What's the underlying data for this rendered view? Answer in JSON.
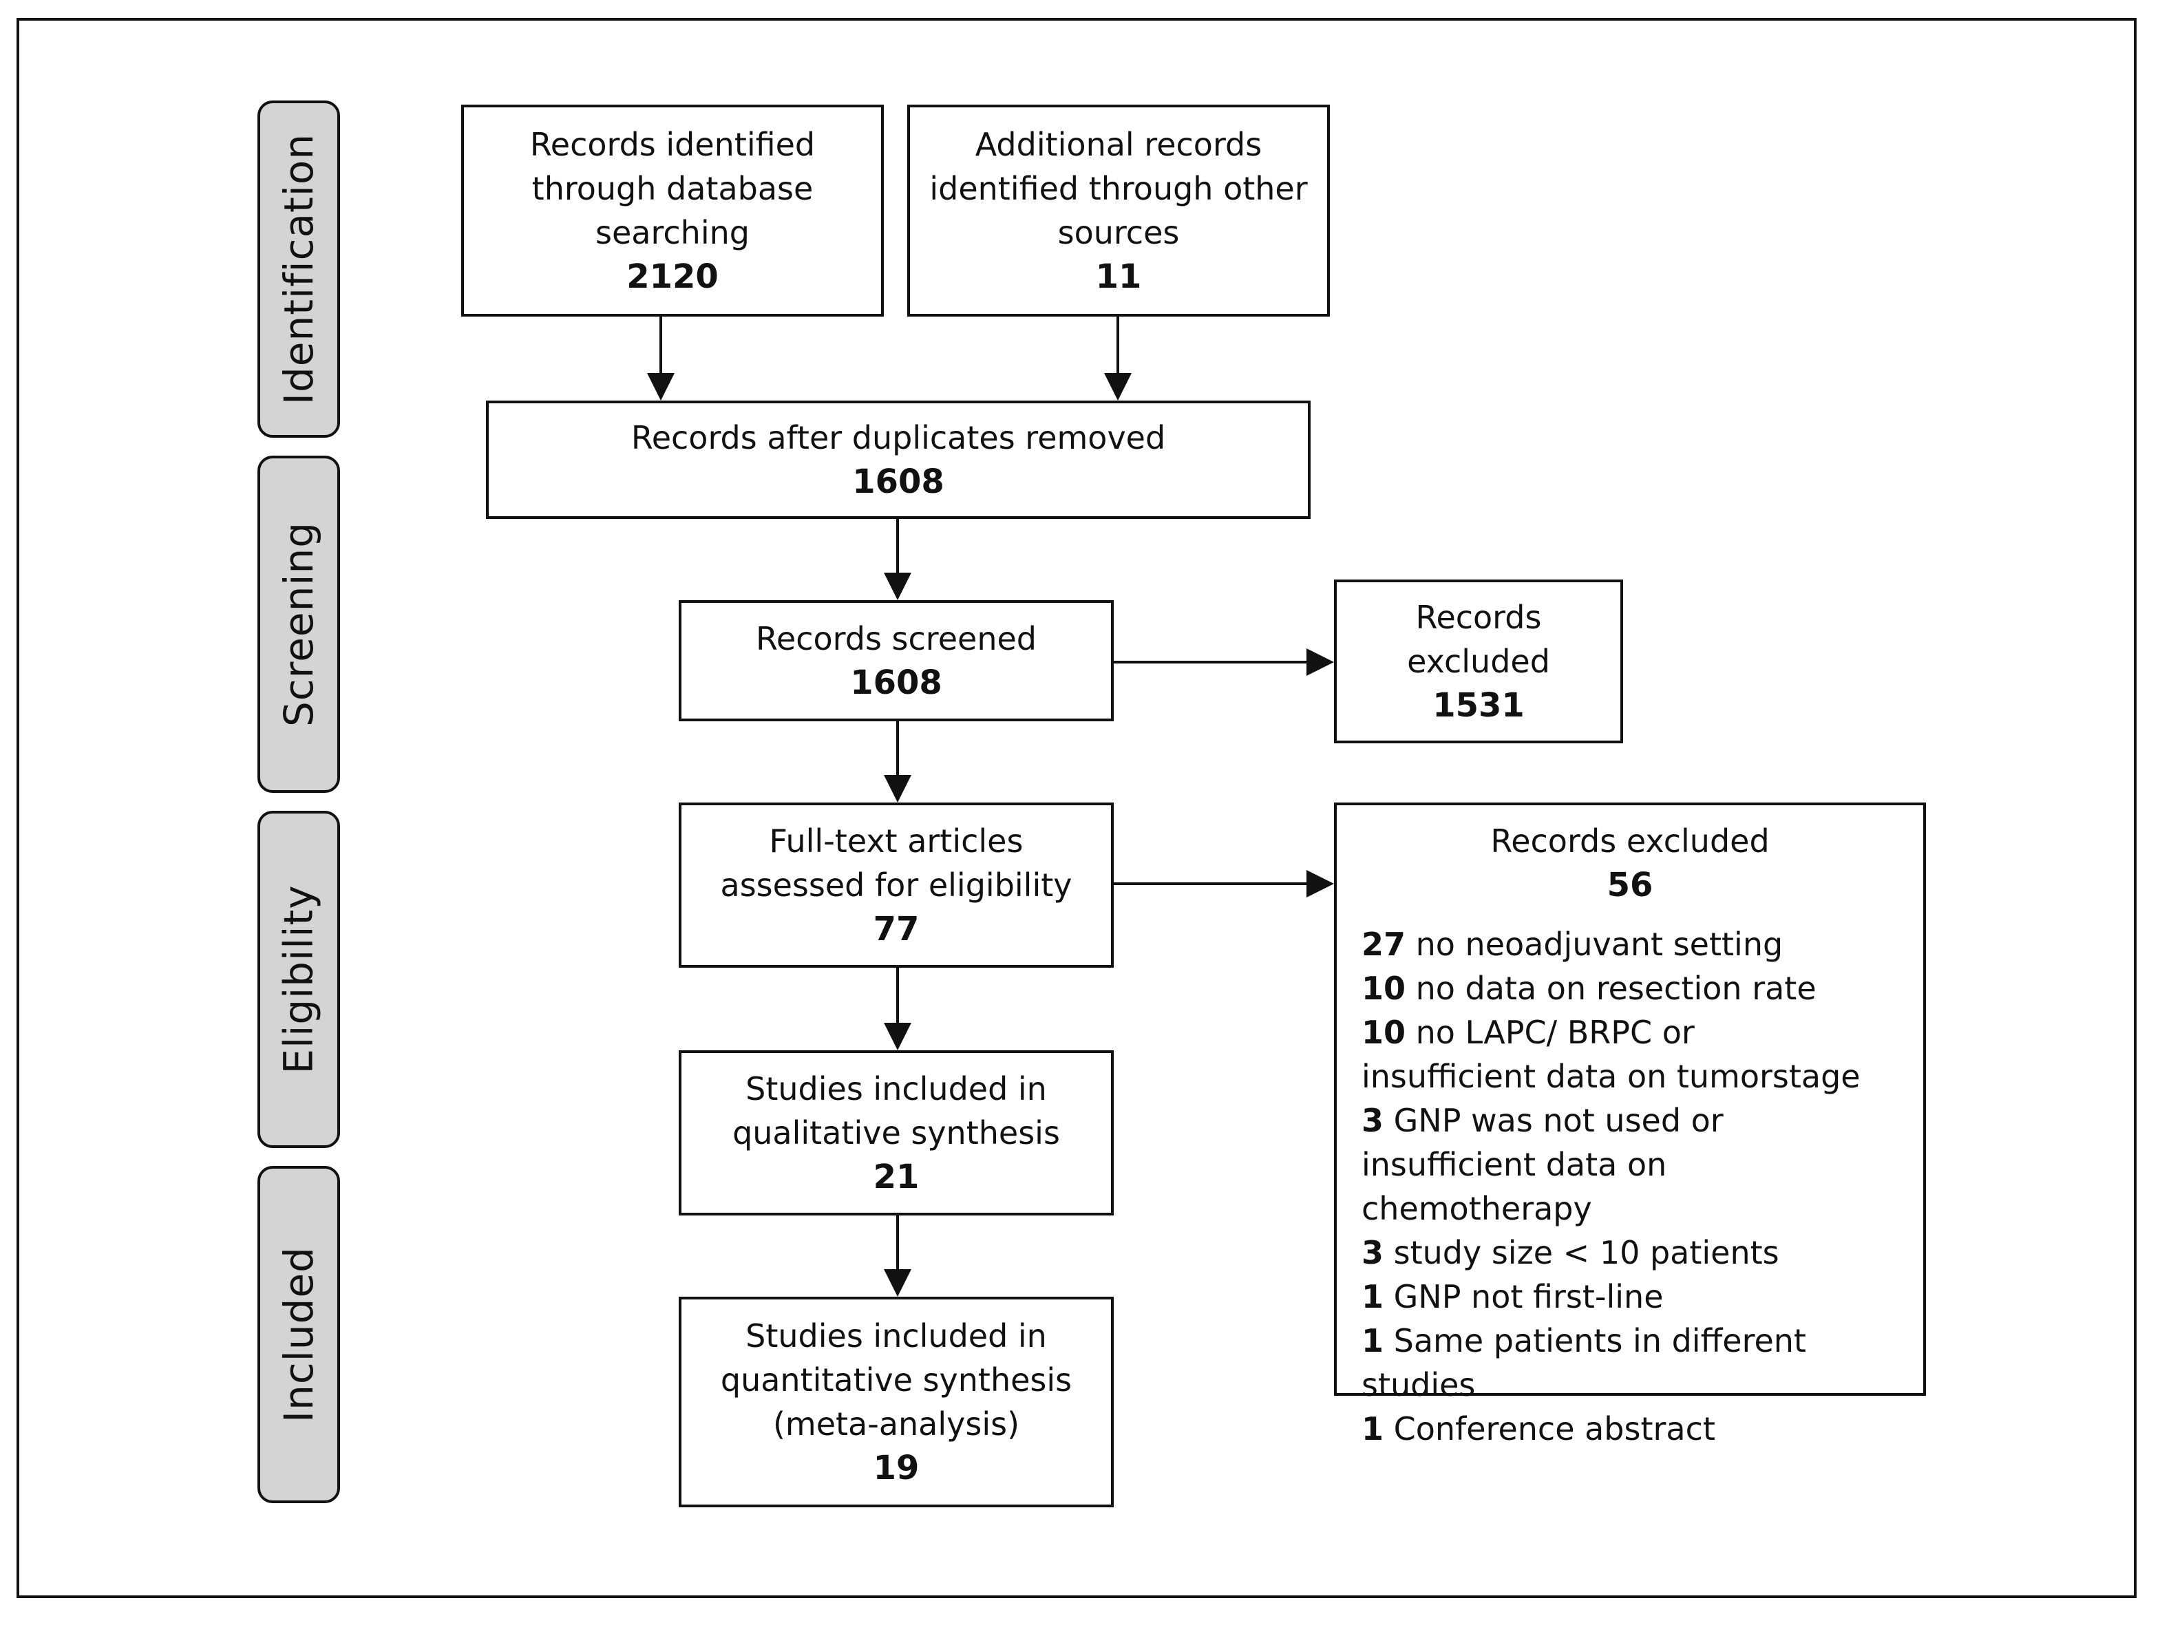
{
  "stages": [
    "Identification",
    "Screening",
    "Eligibility",
    "Included"
  ],
  "boxes": {
    "db": {
      "lines": [
        "Records identified",
        "through database",
        "searching"
      ],
      "count": "2120"
    },
    "other": {
      "lines": [
        "Additional records",
        "identified through other",
        "sources"
      ],
      "count": "11"
    },
    "dedup": {
      "lines": [
        "Records after duplicates removed"
      ],
      "count": "1608"
    },
    "screened": {
      "lines": [
        "Records screened"
      ],
      "count": "1608"
    },
    "excluded1": {
      "lines": [
        "Records",
        "excluded"
      ],
      "count": "1531"
    },
    "fulltext": {
      "lines": [
        "Full-text articles",
        "assessed for eligibility"
      ],
      "count": "77"
    },
    "qualitative": {
      "lines": [
        "Studies included in",
        "qualitative synthesis"
      ],
      "count": "21"
    },
    "quantitative": {
      "lines": [
        "Studies included in",
        "quantitative synthesis",
        "(meta-analysis)"
      ],
      "count": "19"
    }
  },
  "excluded2": {
    "title": "Records excluded",
    "count": "56",
    "reasons": [
      {
        "n": "27",
        "text": "no neoadjuvant setting"
      },
      {
        "n": "10",
        "text": "no data on resection rate"
      },
      {
        "n": "10",
        "text": "no LAPC/ BRPC or"
      },
      {
        "n": "",
        "text": "insufficient data on tumorstage"
      },
      {
        "n": "3",
        "text": "GNP was not used or"
      },
      {
        "n": "",
        "text": "insufficient data on chemotherapy"
      },
      {
        "n": "3",
        "text": "study size < 10 patients"
      },
      {
        "n": "1",
        "text": "GNP not first-line"
      },
      {
        "n": "1",
        "text": "Same patients in different studies"
      },
      {
        "n": "1",
        "text": "Conference abstract"
      }
    ]
  }
}
